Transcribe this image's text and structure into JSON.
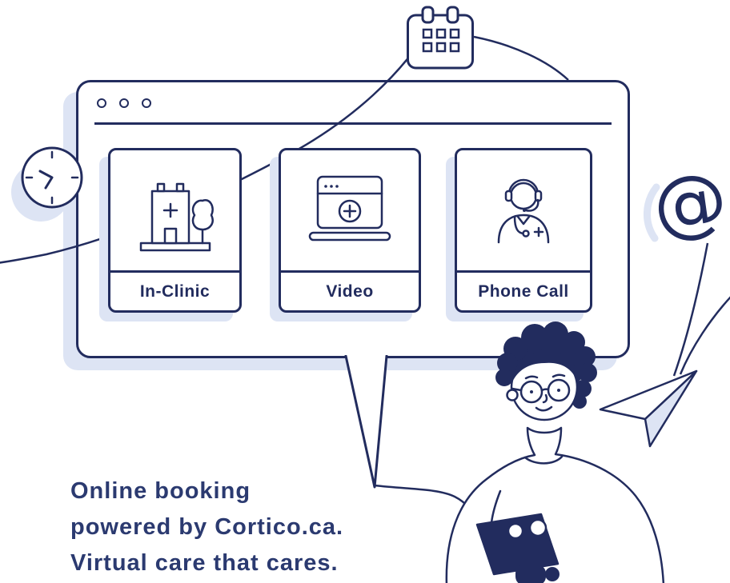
{
  "colors": {
    "navy": "#222c5e",
    "light_blue": "#dde4f4",
    "background": "#ffffff",
    "tagline_navy": "#2b3a70"
  },
  "browser_window": {
    "cards": [
      {
        "label": "In-Clinic",
        "icon": "clinic-building-icon"
      },
      {
        "label": "Video",
        "icon": "video-laptop-icon"
      },
      {
        "label": "Phone Call",
        "icon": "phone-operator-icon"
      }
    ]
  },
  "tagline": {
    "line1": "Online booking",
    "line2": "powered by Cortico.ca.",
    "line3": "Virtual care that cares."
  },
  "decorations": {
    "at_symbol": "@",
    "icons": [
      "calendar-icon",
      "clock-icon",
      "paper-plane-icon",
      "person-illustration",
      "speech-bubble-tail"
    ]
  }
}
